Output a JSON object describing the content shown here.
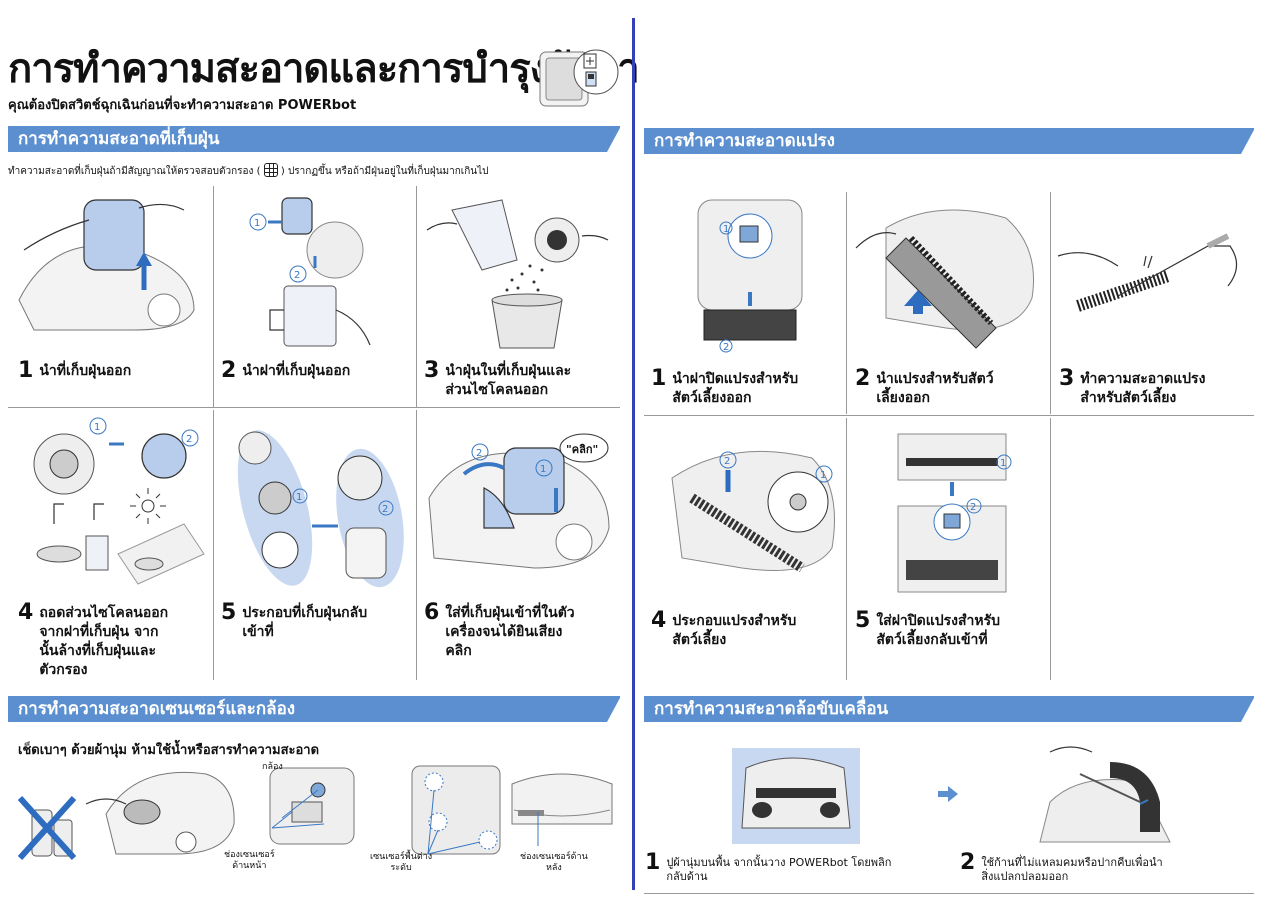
{
  "header": {
    "title": "การทำความสะอาดและการบำรุงรักษา",
    "subtitle": "คุณต้องปิดสวิตช์ฉุกเฉินก่อนที่จะทำความสะอาด POWERbot"
  },
  "dustbin": {
    "heading": "การทำความสะอาดที่เก็บฝุ่น",
    "intro_before_icon": "ทำความสะอาดที่เก็บฝุ่นถ้ามีสัญญาณให้ตรวจสอบตัวกรอง (",
    "intro_after_icon": ") ปรากฏขึ้น หรือถ้ามีฝุ่นอยู่ในที่เก็บฝุ่นมากเกินไป",
    "filter_icon": "filter-grid-icon",
    "click_label": "\"คลิก\"",
    "steps": [
      {
        "num": "1",
        "text": "นำที่เก็บฝุ่นออก"
      },
      {
        "num": "2",
        "text": "นำฝาที่เก็บฝุ่นออก"
      },
      {
        "num": "3",
        "text": "นำฝุ่นในที่เก็บฝุ่นและ\nส่วนไซโคลนออก"
      },
      {
        "num": "4",
        "text": "ถอดส่วนไซโคลนออก\nจากฝาที่เก็บฝุ่น จาก\nนั้นล้างที่เก็บฝุ่นและ\nตัวกรอง"
      },
      {
        "num": "5",
        "text": "ประกอบที่เก็บฝุ่นกลับ\nเข้าที่"
      },
      {
        "num": "6",
        "text": "ใส่ที่เก็บฝุ่นเข้าที่ในตัว\nเครื่องจนได้ยินเสียง\nคลิก"
      }
    ]
  },
  "sensors": {
    "heading": "การทำความสะอาดเซนเซอร์และกล้อง",
    "instruction": "เช็ดเบาๆ ด้วยผ้านุ่ม ห้ามใช้น้ำหรือสารทำความสะอาด",
    "labels": {
      "camera": "กล้อง",
      "front_sensor": "ช่องเซนเซอร์\nด้านหน้า",
      "floor_sensor": "เซนเซอร์พื้นต่าง\nระดับ",
      "rear_sensor": "ช่องเซนเซอร์ด้าน\nหลัง"
    }
  },
  "brush": {
    "heading": "การทำความสะอาดแปรง",
    "steps": [
      {
        "num": "1",
        "text": "นำฝาปิดแปรงสำหรับ\nสัตว์เลี้ยงออก"
      },
      {
        "num": "2",
        "text": "นำแปรงสำหรับสัตว์\nเลี้ยงออก"
      },
      {
        "num": "3",
        "text": "ทำความสะอาดแปรง\nสำหรับสัตว์เลี้ยง"
      },
      {
        "num": "4",
        "text": "ประกอบแปรงสำหรับ\nสัตว์เลี้ยง"
      },
      {
        "num": "5",
        "text": "ใส่ฝาปิดแปรงสำหรับ\nสัตว์เลี้ยงกลับเข้าที่"
      }
    ]
  },
  "wheels": {
    "heading": "การทำความสะอาดล้อขับเคลื่อน",
    "steps": [
      {
        "num": "1",
        "text": "ปูผ้านุ่มบนพื้น จากนั้นวาง POWERbot โดยพลิก\nกลับด้าน"
      },
      {
        "num": "2",
        "text": "ใช้ก้านที่ไม่แหลมคมหรือปากคีบเพื่อนำ\nสิ่งแปลกปลอมออก"
      }
    ]
  },
  "colors": {
    "section_bar": "#5b8fd0",
    "divider": "#3540b8",
    "part_blue": "#b7cdeb"
  }
}
